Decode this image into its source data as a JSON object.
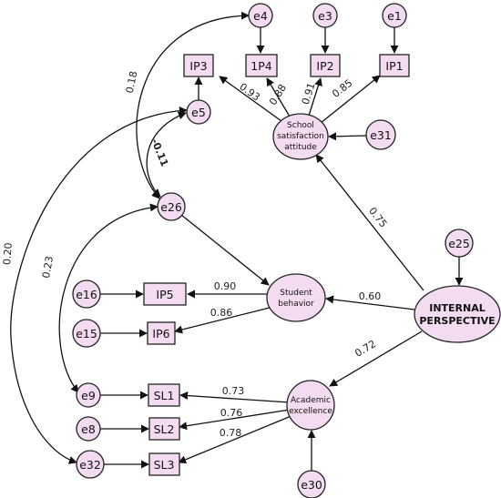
{
  "latent": {
    "internal": [
      "INTERNAL",
      "PERSPECTIVE"
    ],
    "school": [
      "School",
      "satisfaction",
      "attitude"
    ],
    "student": [
      "Student",
      "behavior"
    ],
    "academic": [
      "Academic",
      "excellence"
    ]
  },
  "observed": {
    "ip3": "IP3",
    "1p4": "1P4",
    "ip2": "IP2",
    "ip1": "IP1",
    "ip5": "IP5",
    "ip6": "IP6",
    "sl1": "SL1",
    "sl2": "SL2",
    "sl3": "SL3"
  },
  "errors": {
    "e1": "e1",
    "e3": "e3",
    "e4": "e4",
    "e5": "e5",
    "e8": "e8",
    "e9": "e9",
    "e15": "e15",
    "e16": "e16",
    "e25": "e25",
    "e26": "e26",
    "e30": "e30",
    "e31": "e31",
    "e32": "e32"
  },
  "coefficients": {
    "internal_to_school": "0.75",
    "internal_to_student": "0.60",
    "internal_to_academic": "0.72",
    "school_to_ip3": "0.93",
    "school_to_1p4": "0.88",
    "school_to_ip2": "0.91",
    "school_to_ip1": "0.85",
    "student_to_ip5": "0.90",
    "student_to_ip6": "0.86",
    "academic_to_sl1": "0.73",
    "academic_to_sl2": "0.76",
    "academic_to_sl3": "0.78",
    "cov_e4_e26": "0.18",
    "cov_e5_e26": "-0.11",
    "cov_e26_e9": "0.23",
    "cov_e5_e32": "0.20"
  }
}
